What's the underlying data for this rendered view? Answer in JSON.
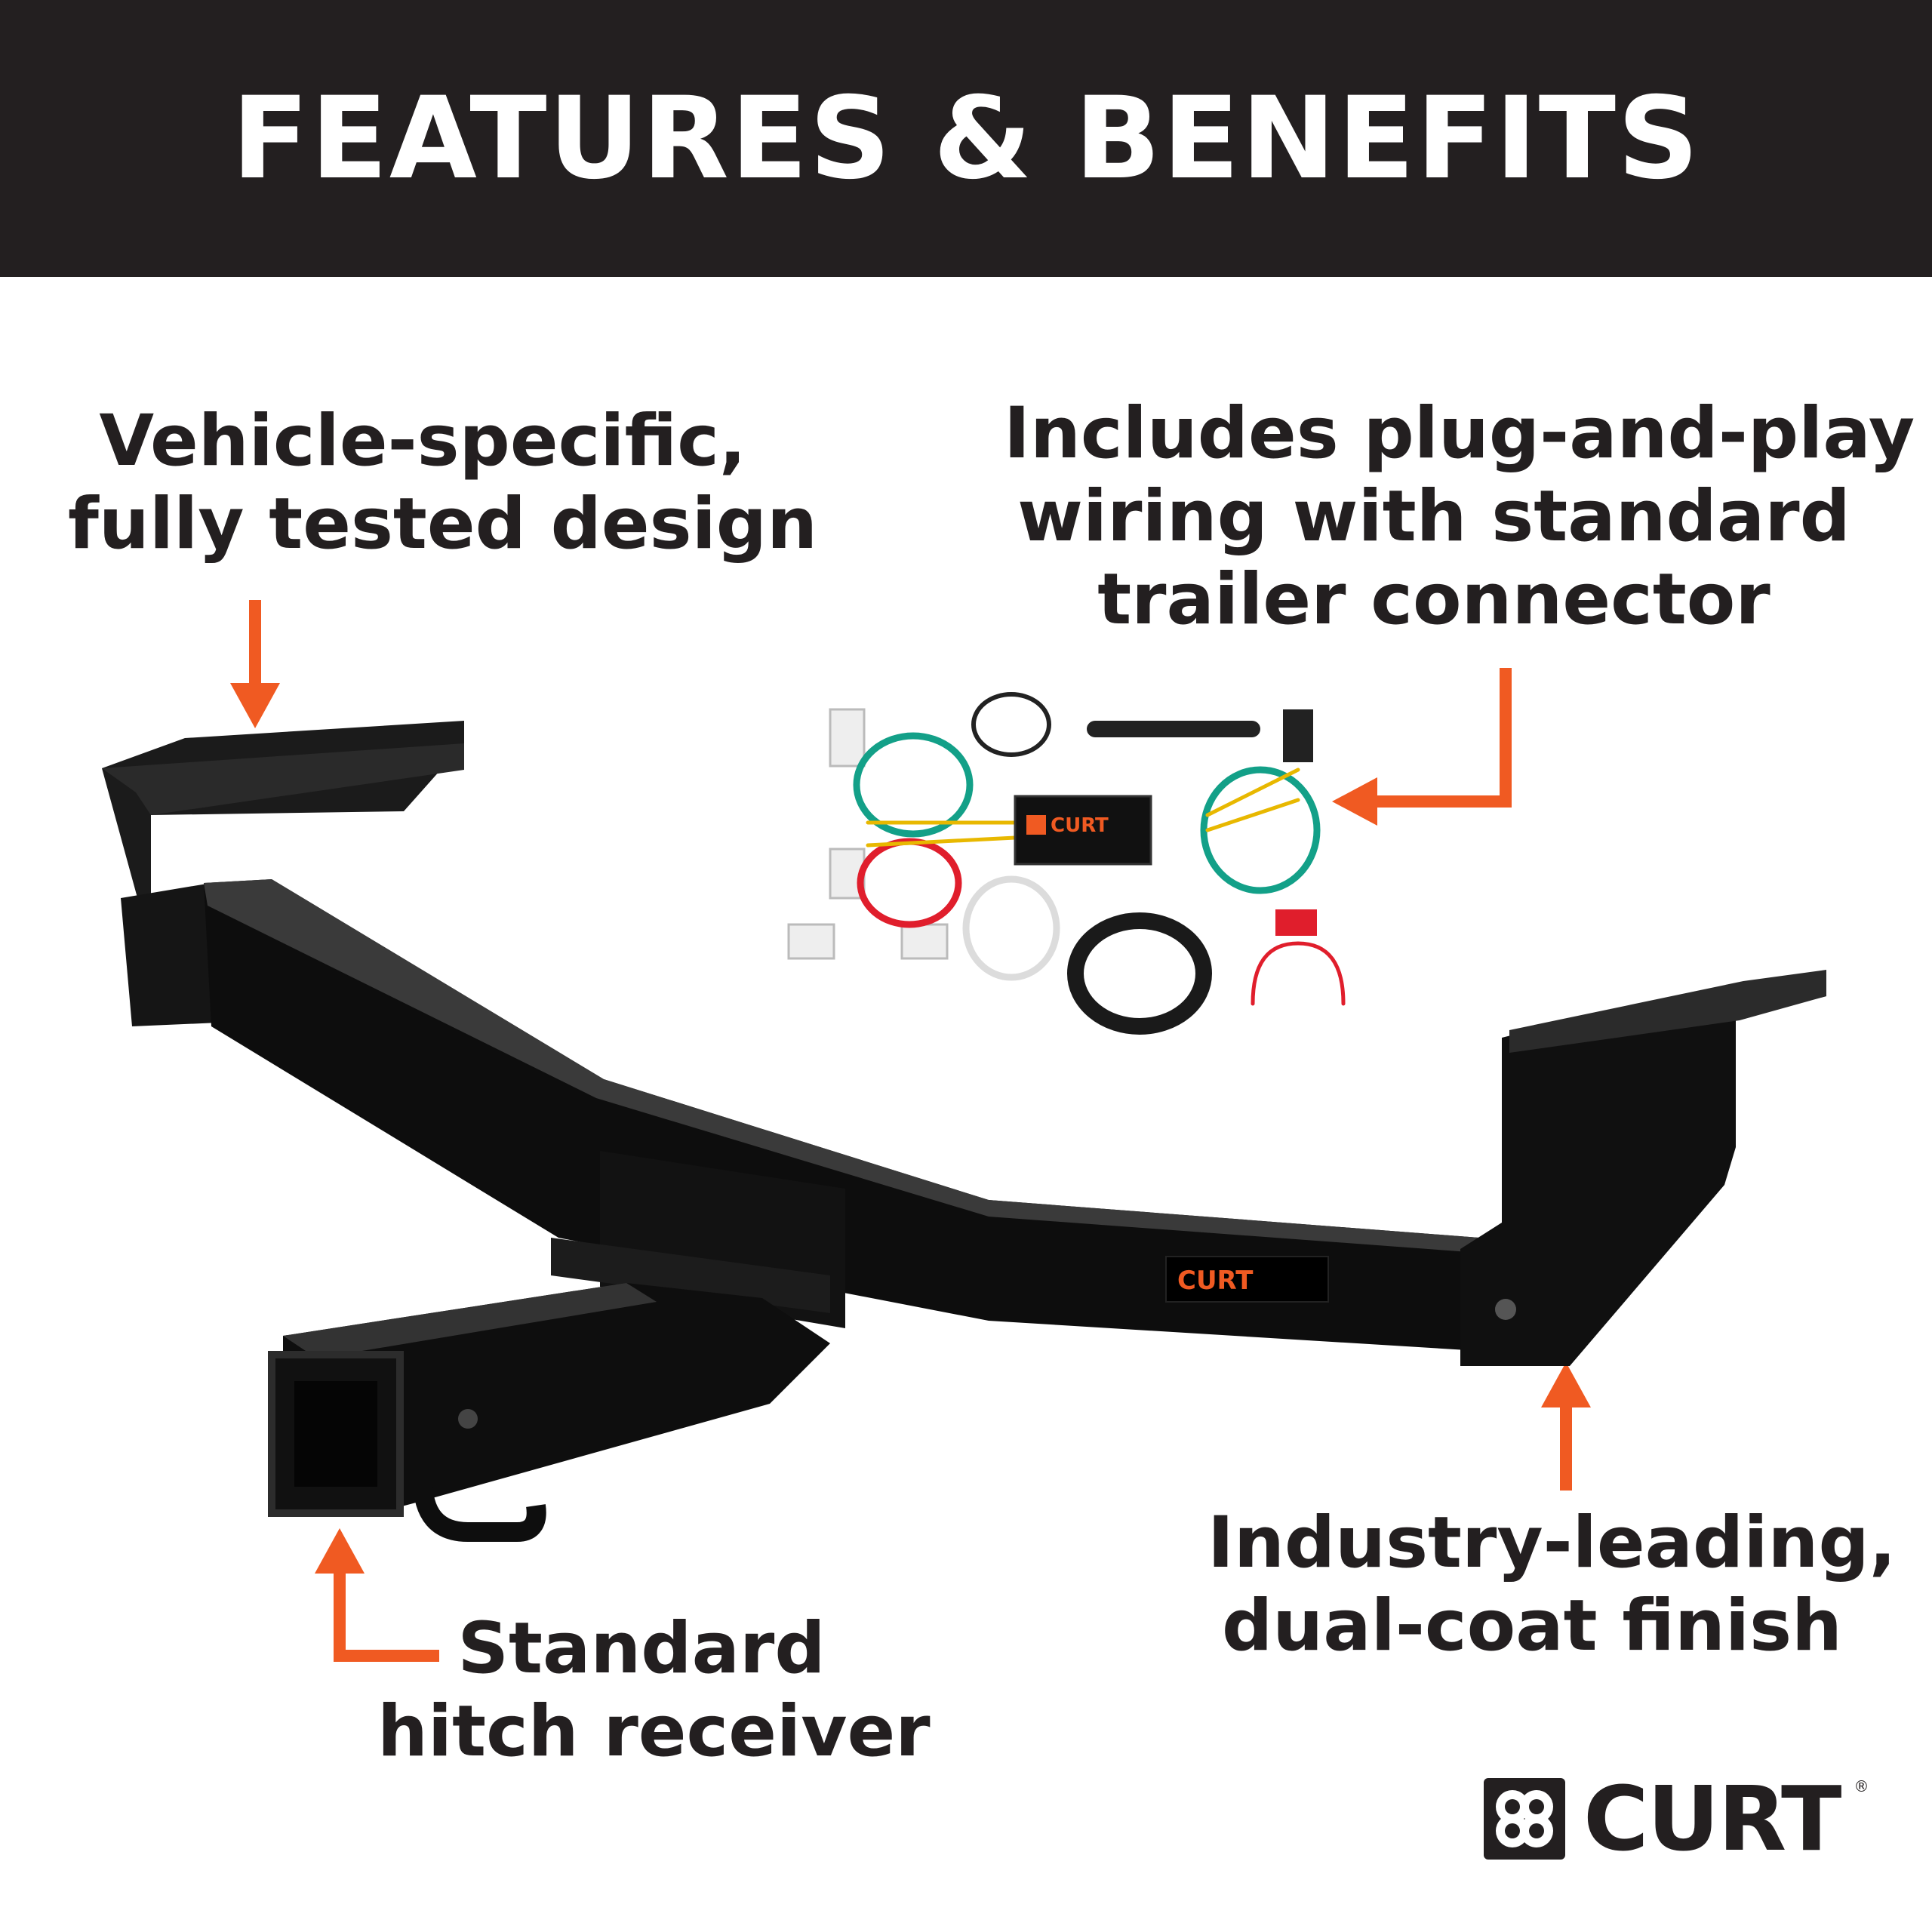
{
  "header": {
    "title": "FEATURES & BENEFITS"
  },
  "callouts": {
    "top_left": {
      "line1": "Vehicle-specific,",
      "line2": "fully tested design"
    },
    "top_right": {
      "line1": "Includes plug-and-play",
      "line2": "wiring with standard",
      "line3": "trailer connector"
    },
    "bottom_left": {
      "line1": "Standard",
      "line2": "hitch receiver"
    },
    "bottom_right": {
      "line1": "Industry-leading,",
      "line2": "dual-coat finish"
    }
  },
  "brand": {
    "name": "CURT",
    "registered": "®"
  },
  "colors": {
    "banner": "#231f20",
    "arrow": "#f05a22",
    "text": "#231f20",
    "hitch": "#111111"
  },
  "icons": [
    "curt-logo-icon",
    "arrow-down-icon",
    "arrow-left-icon",
    "arrow-up-icon"
  ]
}
